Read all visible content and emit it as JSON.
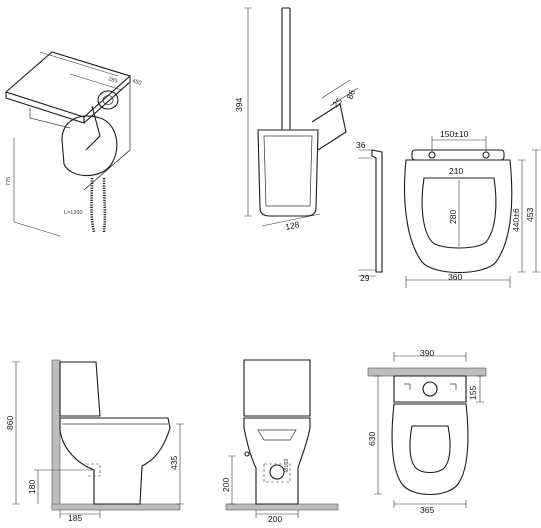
{
  "views": {
    "bidet_shower": {
      "labels": [
        "450",
        "285",
        "775",
        "L=1200"
      ]
    },
    "brush_holder": {
      "height": "394",
      "depth": "86",
      "offset": "25",
      "width": "128"
    },
    "seat": {
      "hinge_spacing": "150±10",
      "inner_width": "210",
      "inner_length": "280",
      "hinge_height": "36",
      "rim_height": "29",
      "outer_width": "360",
      "length_tol": "440±6",
      "overall_length": "453"
    },
    "wc_side": {
      "total_height": "860",
      "seat_height": "435",
      "outlet_height": "180",
      "wall_offset": "185"
    },
    "wc_front": {
      "supply_height": "200",
      "outlet_width": "200",
      "outlet_diameter": "Ø102"
    },
    "wc_top": {
      "top_width": "390",
      "tank_depth": "155",
      "total_depth": "630",
      "bowl_width": "365"
    }
  }
}
